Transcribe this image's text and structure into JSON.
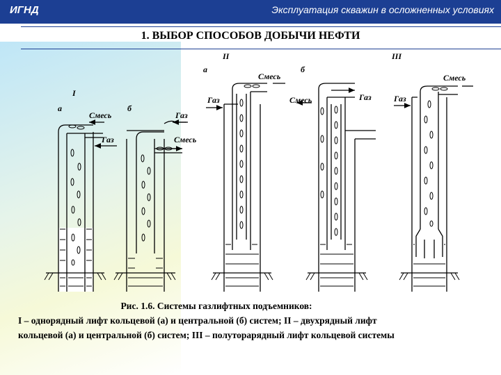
{
  "header": {
    "brand": "ИГНД",
    "title": "Эксплуатация скважин в осложненных условиях"
  },
  "slide_title": "1. ВЫБОР СПОСОБОВ ДОБЫЧИ НЕФТИ",
  "figure": {
    "groups": [
      "I",
      "II",
      "III"
    ],
    "sublabels": [
      "а",
      "б"
    ],
    "labels": {
      "gas": "Газ",
      "mix": "Смесь"
    }
  },
  "caption": {
    "line1": "Рис. 1.6. Системы газлифтных подъемников:",
    "line2": "I – однорядный лифт кольцевой (а) и центральной (б) систем; II – двухрядный лифт",
    "line3": "кольцевой (а) и центральной (б) систем; III – полуторарядный лифт кольцевой системы"
  },
  "colors": {
    "header_bg": "#1c3f93",
    "header_text": "#ffffff"
  }
}
